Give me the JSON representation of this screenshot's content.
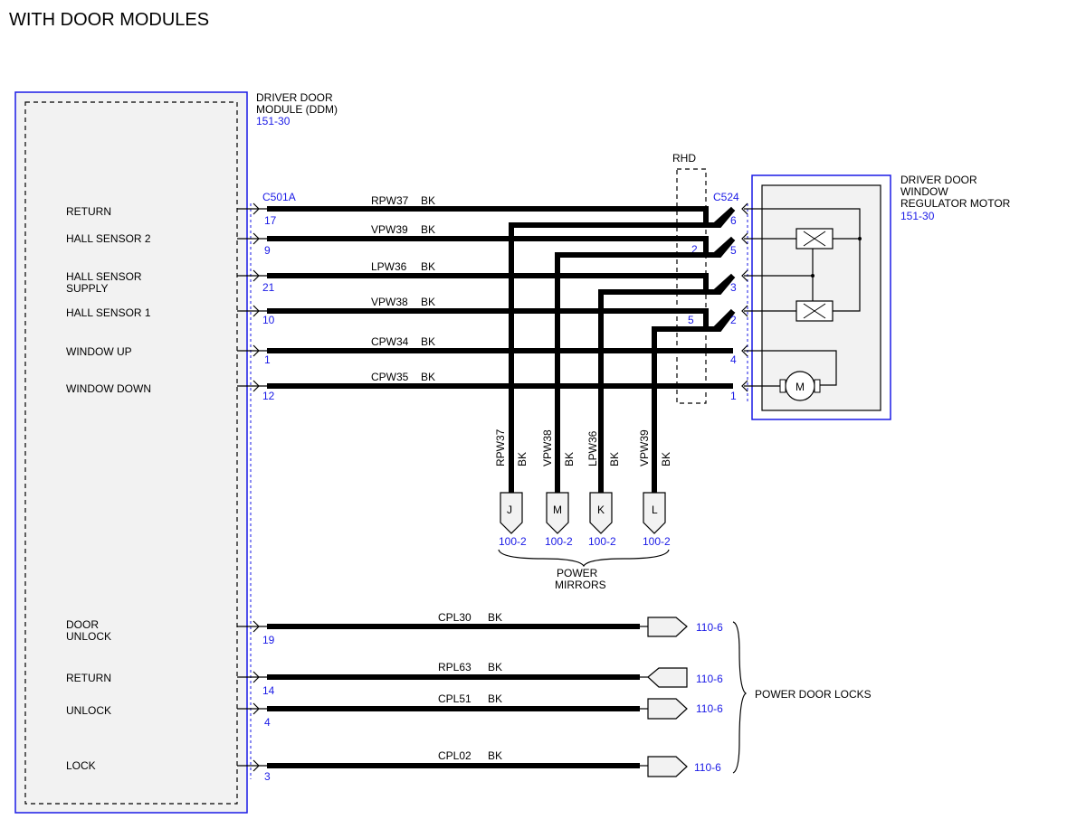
{
  "title": "WITH DOOR MODULES",
  "ddm": {
    "name_lines": [
      "DRIVER DOOR",
      "MODULE (DDM)"
    ],
    "ref": "151-30",
    "connector": "C501A",
    "pins": [
      {
        "label_lines": [
          "RETURN"
        ],
        "pin": "17",
        "circuit": "RPW37",
        "color": "BK"
      },
      {
        "label_lines": [
          "HALL SENSOR 2"
        ],
        "pin": "9",
        "circuit": "VPW39",
        "color": "BK"
      },
      {
        "label_lines": [
          "HALL SENSOR",
          "SUPPLY"
        ],
        "pin": "21",
        "circuit": "LPW36",
        "color": "BK"
      },
      {
        "label_lines": [
          "HALL SENSOR 1"
        ],
        "pin": "10",
        "circuit": "VPW38",
        "color": "BK"
      },
      {
        "label_lines": [
          "WINDOW UP"
        ],
        "pin": "1",
        "circuit": "CPW34",
        "color": "BK"
      },
      {
        "label_lines": [
          "WINDOW DOWN"
        ],
        "pin": "12",
        "circuit": "CPW35",
        "color": "BK"
      },
      {
        "label_lines": [
          "DOOR",
          "UNLOCK"
        ],
        "pin": "19",
        "circuit": "CPL30",
        "color": "BK"
      },
      {
        "label_lines": [
          "RETURN"
        ],
        "pin": "14",
        "circuit": "RPL63",
        "color": "BK"
      },
      {
        "label_lines": [
          "UNLOCK"
        ],
        "pin": "4",
        "circuit": "CPL51",
        "color": "BK"
      },
      {
        "label_lines": [
          "LOCK"
        ],
        "pin": "3",
        "circuit": "CPL02",
        "color": "BK"
      }
    ]
  },
  "motor": {
    "name_lines": [
      "DRIVER DOOR",
      "WINDOW",
      "REGULATOR MOTOR"
    ],
    "ref": "151-30",
    "connector": "C524",
    "pins": [
      "6",
      "5",
      "3",
      "2",
      "4",
      "1"
    ],
    "motor_symbol": "M"
  },
  "rhd": {
    "label": "RHD",
    "pins": [
      "2",
      "5"
    ]
  },
  "mirrors": {
    "branches": [
      {
        "circuit": "RPW37",
        "color": "BK",
        "connector": "J",
        "ref": "100-2"
      },
      {
        "circuit": "VPW38",
        "color": "BK",
        "connector": "M",
        "ref": "100-2"
      },
      {
        "circuit": "LPW36",
        "color": "BK",
        "connector": "K",
        "ref": "100-2"
      },
      {
        "circuit": "VPW39",
        "color": "BK",
        "connector": "L",
        "ref": "100-2"
      }
    ],
    "group_label_lines": [
      "POWER",
      "MIRRORS"
    ]
  },
  "door_locks": {
    "refs": [
      "110-6",
      "110-6",
      "110-6",
      "110-6"
    ],
    "group_label": "POWER DOOR LOCKS"
  },
  "colors": {
    "wire": "#000000",
    "reference": "#1a1ae6",
    "module_fill": "#f2f2f2"
  }
}
